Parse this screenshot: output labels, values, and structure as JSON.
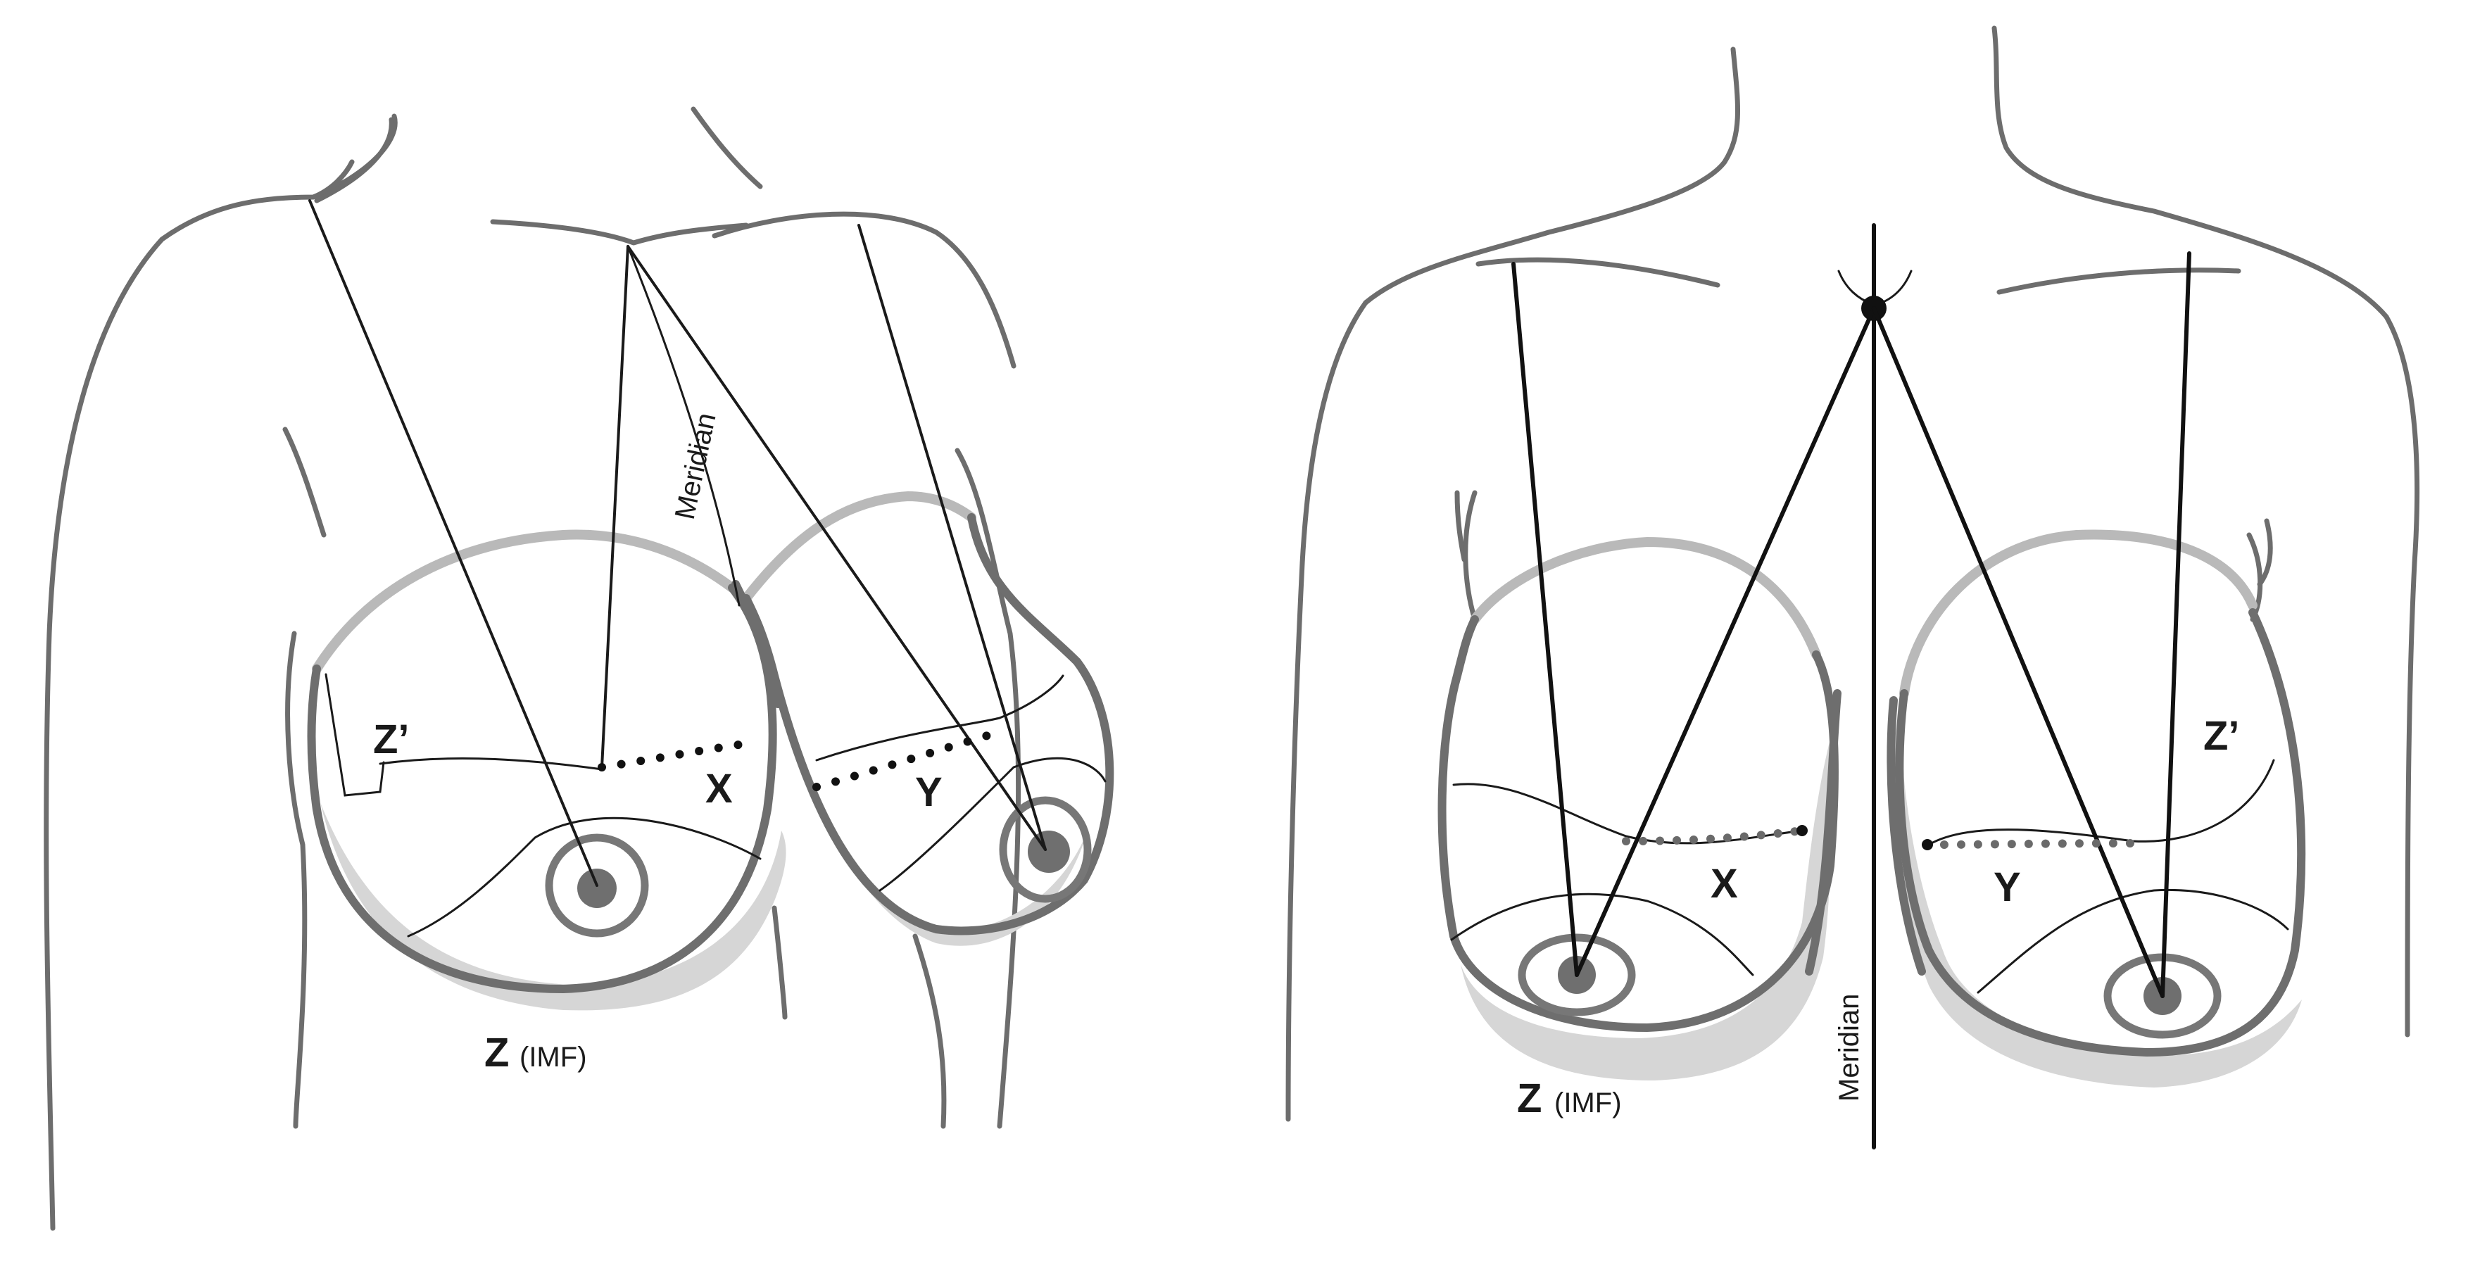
{
  "left_panel": {
    "label_z_prime": "Z’",
    "label_x": "X",
    "label_y": "Y",
    "label_z": "Z",
    "label_imf": "(IMF)",
    "label_meridian": "Meridian"
  },
  "right_panel": {
    "label_z_prime": "Z’",
    "label_x": "X",
    "label_y": "Y",
    "label_z": "Z",
    "label_imf": "(IMF)",
    "label_meridian": "Meridian"
  }
}
